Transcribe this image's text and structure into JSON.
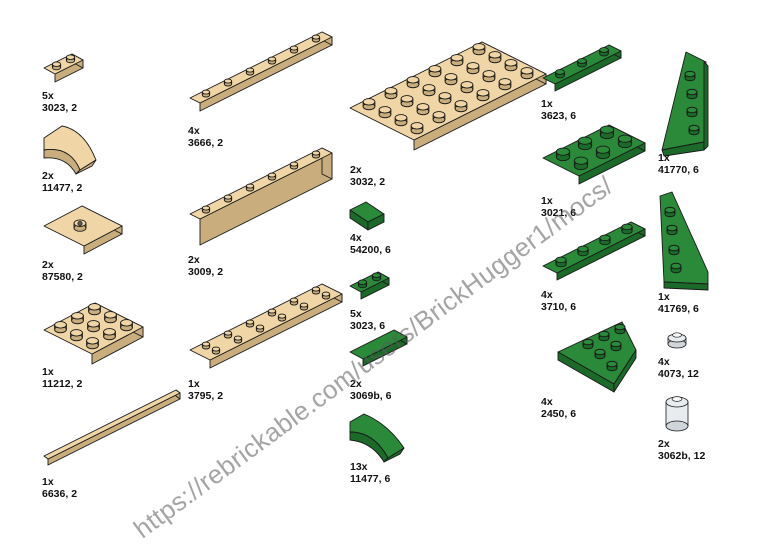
{
  "colors": {
    "tan": "#f0d6a6",
    "tan_shade": "#c9ad7c",
    "green": "#2a8a3a",
    "green_shade": "#1b6a29",
    "outline": "#1a1a1a",
    "trans": "#e8ecef"
  },
  "watermark": "https://rebrickable.com/users/BrickHugger1/mocs/",
  "parts": [
    {
      "id": "p1",
      "qty": "5x",
      "part": "3023, 2"
    },
    {
      "id": "p2",
      "qty": "2x",
      "part": "11477, 2"
    },
    {
      "id": "p3",
      "qty": "2x",
      "part": "87580, 2"
    },
    {
      "id": "p4",
      "qty": "1x",
      "part": "11212, 2"
    },
    {
      "id": "p5",
      "qty": "1x",
      "part": "6636, 2"
    },
    {
      "id": "p6",
      "qty": "4x",
      "part": "3666, 2"
    },
    {
      "id": "p7",
      "qty": "2x",
      "part": "3009, 2"
    },
    {
      "id": "p8",
      "qty": "1x",
      "part": "3795, 2"
    },
    {
      "id": "p9",
      "qty": "2x",
      "part": "3032, 2"
    },
    {
      "id": "p10",
      "qty": "4x",
      "part": "54200, 6"
    },
    {
      "id": "p11",
      "qty": "5x",
      "part": "3023, 6"
    },
    {
      "id": "p12",
      "qty": "2x",
      "part": "3069b, 6"
    },
    {
      "id": "p13",
      "qty": "13x",
      "part": "11477, 6"
    },
    {
      "id": "p14",
      "qty": "1x",
      "part": "3623, 6"
    },
    {
      "id": "p15",
      "qty": "1x",
      "part": "3021, 6"
    },
    {
      "id": "p16",
      "qty": "4x",
      "part": "3710, 6"
    },
    {
      "id": "p17",
      "qty": "4x",
      "part": "2450, 6"
    },
    {
      "id": "p18",
      "qty": "1x",
      "part": "41770, 6"
    },
    {
      "id": "p19",
      "qty": "1x",
      "part": "41769, 6"
    },
    {
      "id": "p20",
      "qty": "4x",
      "part": "4073, 12"
    },
    {
      "id": "p21",
      "qty": "2x",
      "part": "3062b, 12"
    }
  ]
}
